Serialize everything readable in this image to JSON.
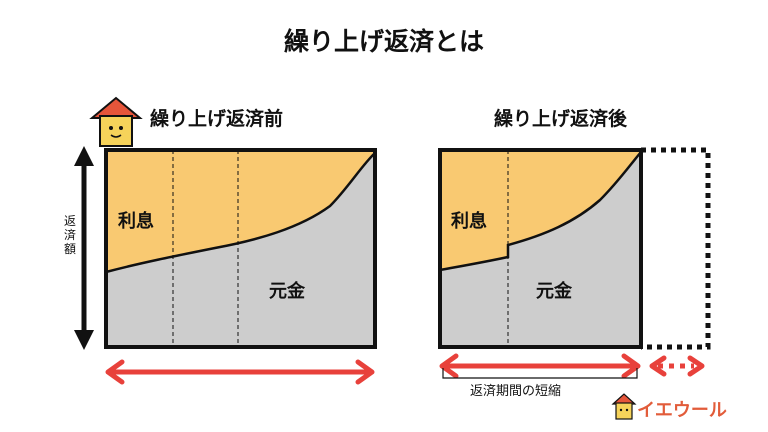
{
  "title": "繰り上げ返済とは",
  "before": {
    "title": "繰り上げ返済前",
    "interest_label": "利息",
    "principal_label": "元金"
  },
  "after": {
    "title": "繰り上げ返済後",
    "interest_label": "利息",
    "principal_label": "元金",
    "period_label": "返済期間の短縮"
  },
  "y_axis_label": "返済額",
  "logo": {
    "text": "イエウール"
  },
  "colors": {
    "interest": "#f9c971",
    "principal": "#cdcdcd",
    "arrow_red": "#e8413b",
    "frame": "#111111",
    "logo": "#e25c3a"
  }
}
